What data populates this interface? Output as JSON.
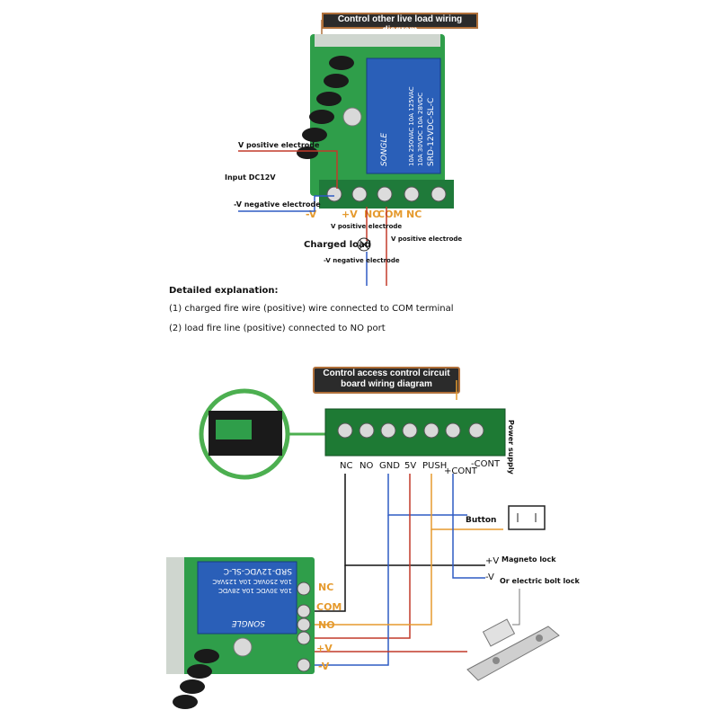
{
  "top": {
    "title": "Control other live load wiring diagram",
    "label_v_pos": "V positive electrode",
    "label_input": "Input DC12V",
    "label_v_neg": "-V negative electrode",
    "terminals": [
      "-V",
      "+V",
      "NO",
      "COM",
      "NC"
    ],
    "load_top": "V positive electrode",
    "load_label": "Charged load",
    "load_bottom": "-V negative electrode",
    "right_pos": "V positive electrode",
    "relay_lines": [
      "SONGLE",
      "10A 250VAC 10A 125VAC",
      "10A 30VDC 10A 28VDC",
      "SRD-12VDC-SL-C"
    ]
  },
  "explanation": {
    "heading": "Detailed explanation:",
    "item1": "(1) charged fire wire (positive) wire connected to COM terminal",
    "item2": "(2) load fire line (positive) connected to NO port"
  },
  "bottom": {
    "title_line1": "Control access control circuit",
    "title_line2": "board wiring diagram",
    "power_supply": "Power supply",
    "board_terminals": [
      "NC",
      "NO",
      "GND",
      "5V",
      "PUSH",
      "+CONT",
      "-CONT"
    ],
    "button_label": "Button",
    "plus_v": "+V",
    "minus_v": "-V",
    "magneto": "Magneto lock",
    "bolt": "Or electric bolt lock",
    "relay_terminals": [
      "NC",
      "COM",
      "NO",
      "+V",
      "-V"
    ],
    "relay_lines": [
      "SRD-12VDC-SL-C",
      "10A 250VAC 10A 125VAC",
      "10A 30VDC 10A 28VDC",
      "SONGLE"
    ]
  },
  "colors": {
    "pcb": "#2f9e4a",
    "relay": "#2a5fb8",
    "wire_red": "#c23a2a",
    "wire_blue": "#2f5bc4",
    "wire_orange": "#e59a2e",
    "wire_black": "#111111",
    "tag_border": "#b0703a"
  }
}
